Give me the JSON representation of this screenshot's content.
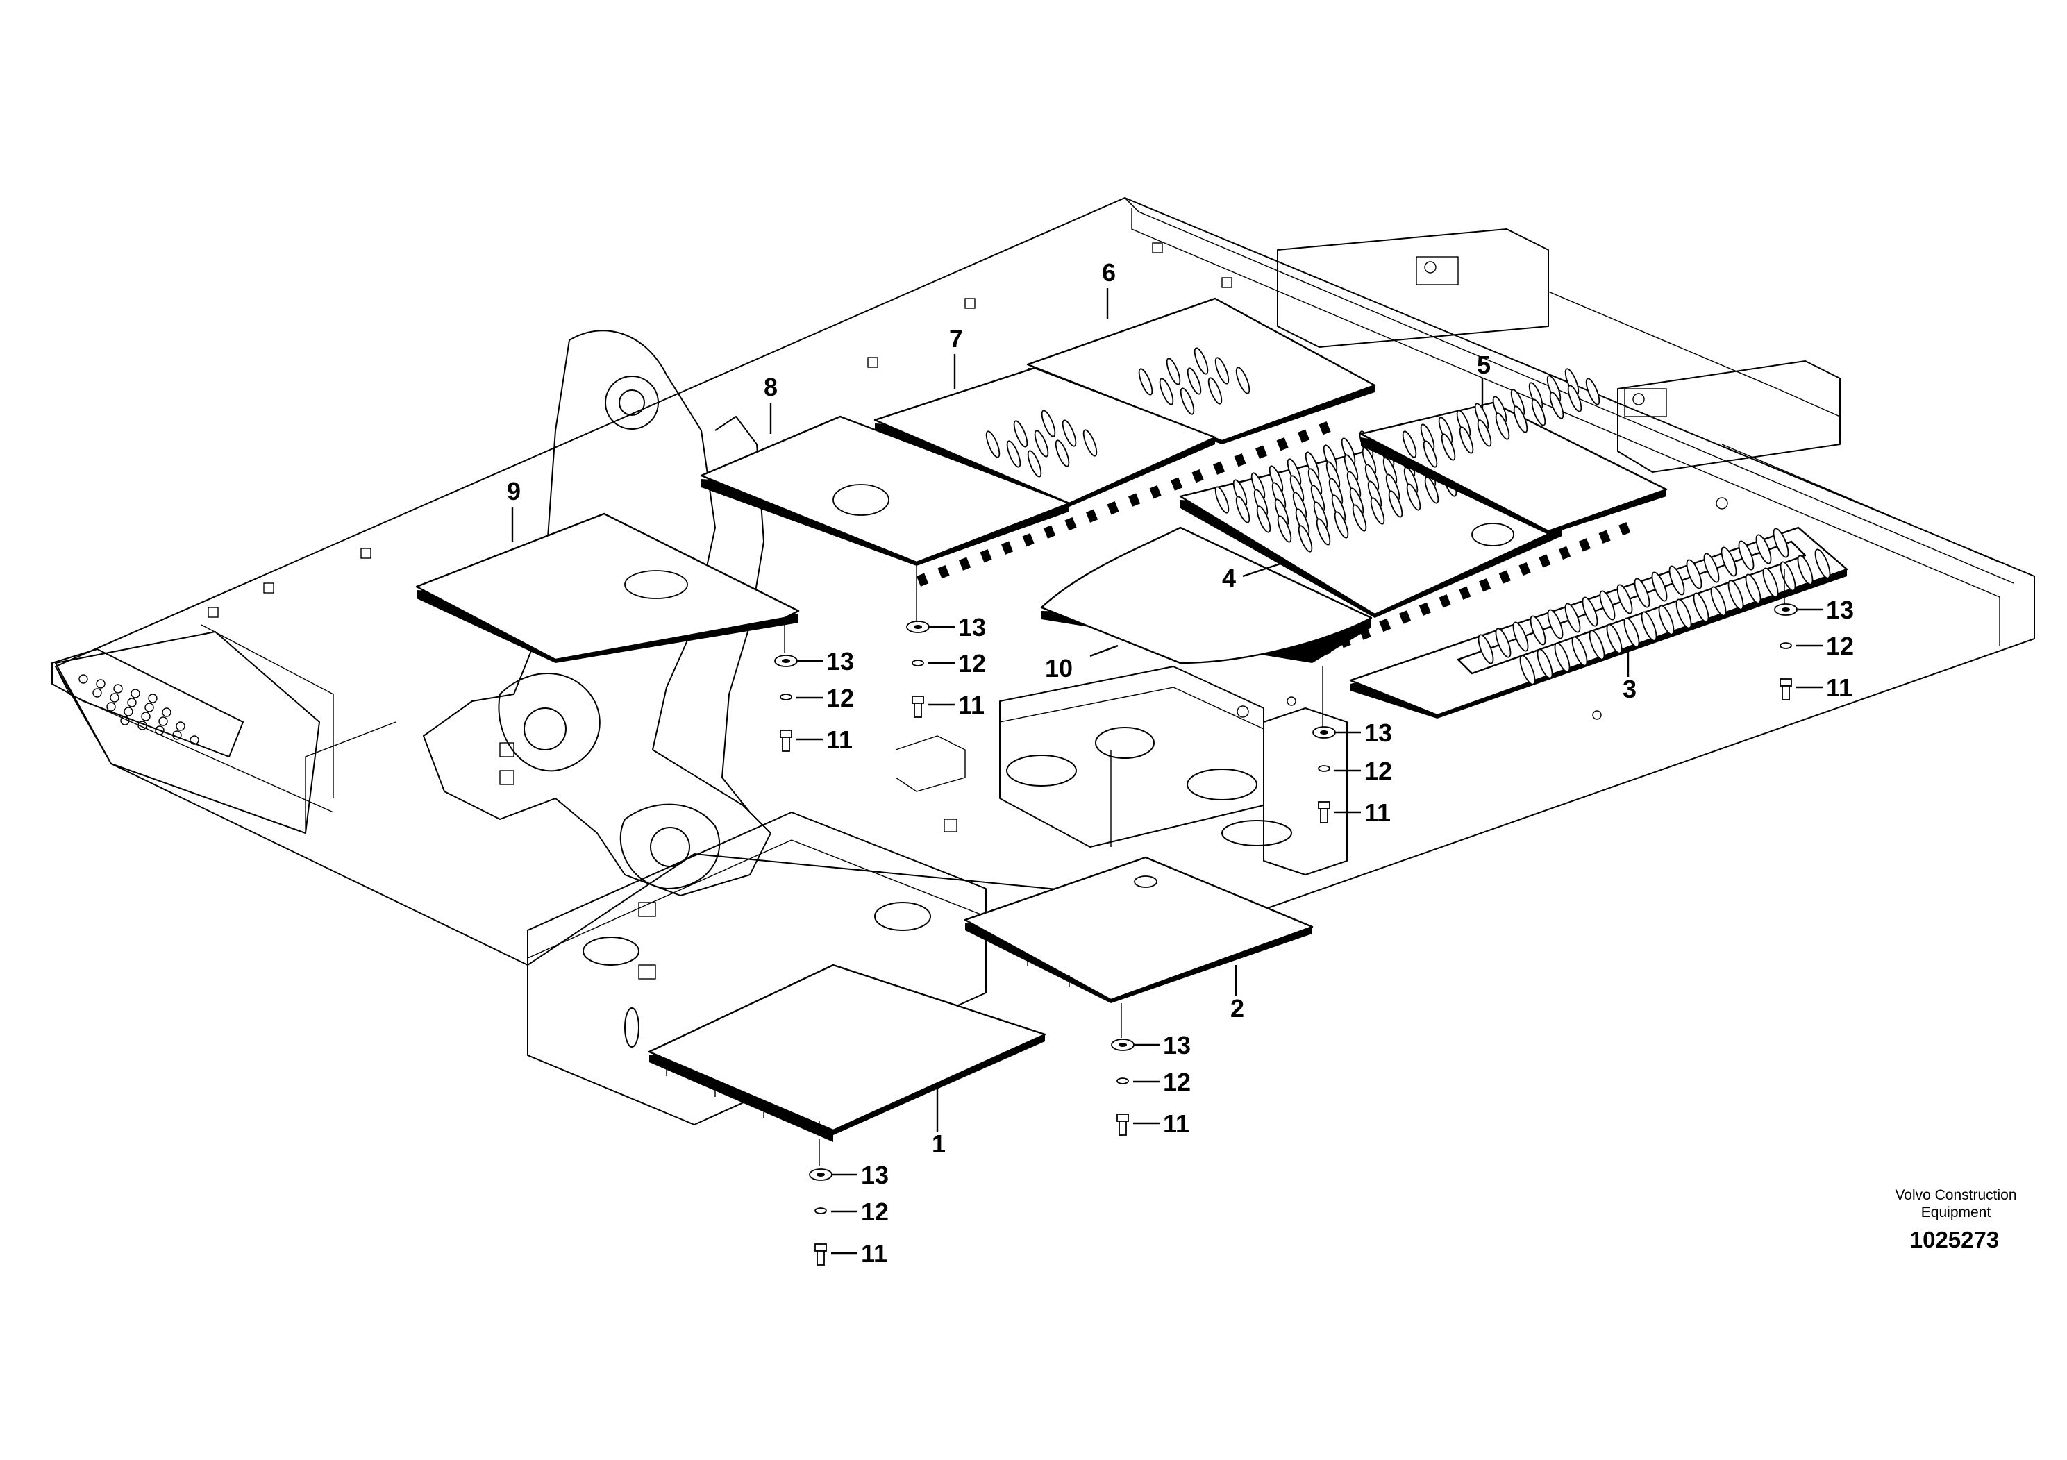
{
  "callouts": {
    "c1": "1",
    "c2": "2",
    "c3": "3",
    "c4": "4",
    "c5": "5",
    "c6": "6",
    "c7": "7",
    "c8": "8",
    "c9": "9",
    "c10": "10",
    "c11": "11",
    "c12": "12",
    "c13": "13"
  },
  "brand": {
    "line1": "Volvo Construction",
    "line2": "Equipment"
  },
  "reference_number": "1025273"
}
